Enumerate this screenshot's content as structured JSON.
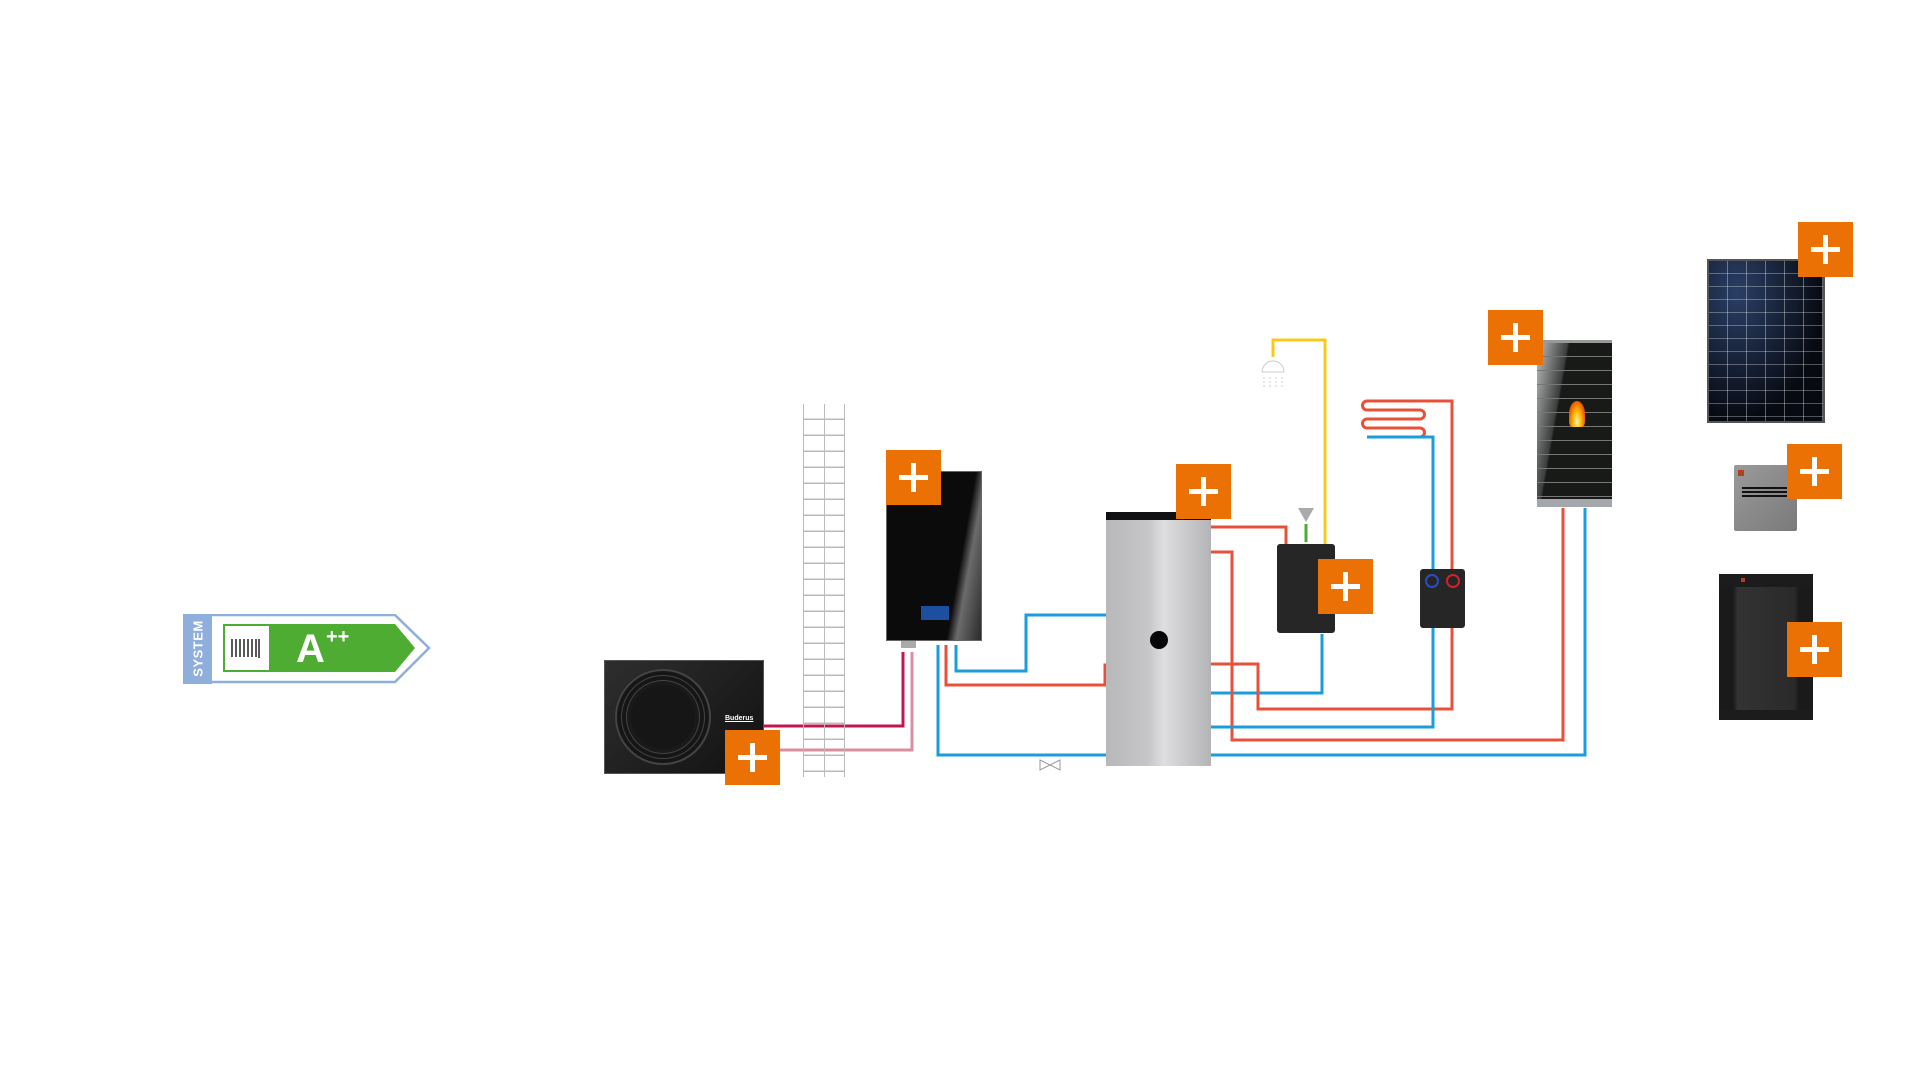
{
  "energy_label": {
    "system_text": "SYSTEM",
    "rating_letter": "A",
    "rating_plus": "++",
    "icon": "radiator-icon",
    "colors": {
      "frame": "#8eaedc",
      "rating": "#4fac33"
    }
  },
  "components": [
    {
      "id": "heat-pump",
      "brand_logo": "Buderus"
    },
    {
      "id": "gas-boiler"
    },
    {
      "id": "storage-tank"
    },
    {
      "id": "fresh-water-station"
    },
    {
      "id": "pump-group"
    },
    {
      "id": "pellet-stove"
    },
    {
      "id": "solar-panel"
    },
    {
      "id": "inverter"
    },
    {
      "id": "battery-storage"
    }
  ],
  "colors": {
    "add_button": "#ec7105",
    "pipe_hot": "#e8503a",
    "pipe_cold": "#1a9ddb",
    "pipe_hp_flow": "#c0174f",
    "pipe_hp_return": "#d88fa0",
    "pipe_dhw": "#fcc816",
    "pipe_cold_water": "#4fac33"
  }
}
